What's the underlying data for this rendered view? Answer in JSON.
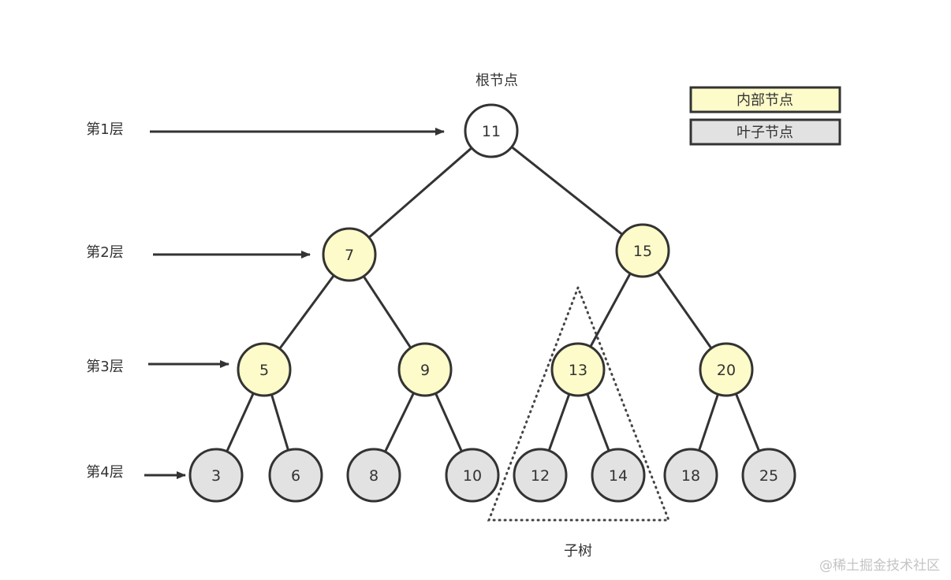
{
  "title": "根节点",
  "legend": [
    {
      "label": "内部节点",
      "color": "#fdfbc9"
    },
    {
      "label": "叶子节点",
      "color": "#e2e2e2"
    }
  ],
  "colors": {
    "internal": "#fdfbc9",
    "leaf": "#e2e2e2",
    "root": "#ffffff",
    "stroke": "#333333"
  },
  "levels": [
    {
      "label": "第1层",
      "level": 1
    },
    {
      "label": "第2层",
      "level": 2
    },
    {
      "label": "第3层",
      "level": 3
    },
    {
      "label": "第4层",
      "level": 4
    }
  ],
  "nodes": [
    {
      "id": "n11",
      "value": "11",
      "type": "root",
      "level": 1
    },
    {
      "id": "n7",
      "value": "7",
      "type": "internal",
      "level": 2,
      "parent": "n11"
    },
    {
      "id": "n15",
      "value": "15",
      "type": "internal",
      "level": 2,
      "parent": "n11"
    },
    {
      "id": "n5",
      "value": "5",
      "type": "internal",
      "level": 3,
      "parent": "n7"
    },
    {
      "id": "n9",
      "value": "9",
      "type": "internal",
      "level": 3,
      "parent": "n7"
    },
    {
      "id": "n13",
      "value": "13",
      "type": "internal",
      "level": 3,
      "parent": "n15"
    },
    {
      "id": "n20",
      "value": "20",
      "type": "internal",
      "level": 3,
      "parent": "n15"
    },
    {
      "id": "n3",
      "value": "3",
      "type": "leaf",
      "level": 4,
      "parent": "n5"
    },
    {
      "id": "n6",
      "value": "6",
      "type": "leaf",
      "level": 4,
      "parent": "n5"
    },
    {
      "id": "n8",
      "value": "8",
      "type": "leaf",
      "level": 4,
      "parent": "n9"
    },
    {
      "id": "n10",
      "value": "10",
      "type": "leaf",
      "level": 4,
      "parent": "n9"
    },
    {
      "id": "n12",
      "value": "12",
      "type": "leaf",
      "level": 4,
      "parent": "n13"
    },
    {
      "id": "n14",
      "value": "14",
      "type": "leaf",
      "level": 4,
      "parent": "n13"
    },
    {
      "id": "n18",
      "value": "18",
      "type": "leaf",
      "level": 4,
      "parent": "n20"
    },
    {
      "id": "n25",
      "value": "25",
      "type": "leaf",
      "level": 4,
      "parent": "n20"
    }
  ],
  "subtree": {
    "label": "子树",
    "root": "n13"
  },
  "watermark": "@稀土掘金技术社区"
}
